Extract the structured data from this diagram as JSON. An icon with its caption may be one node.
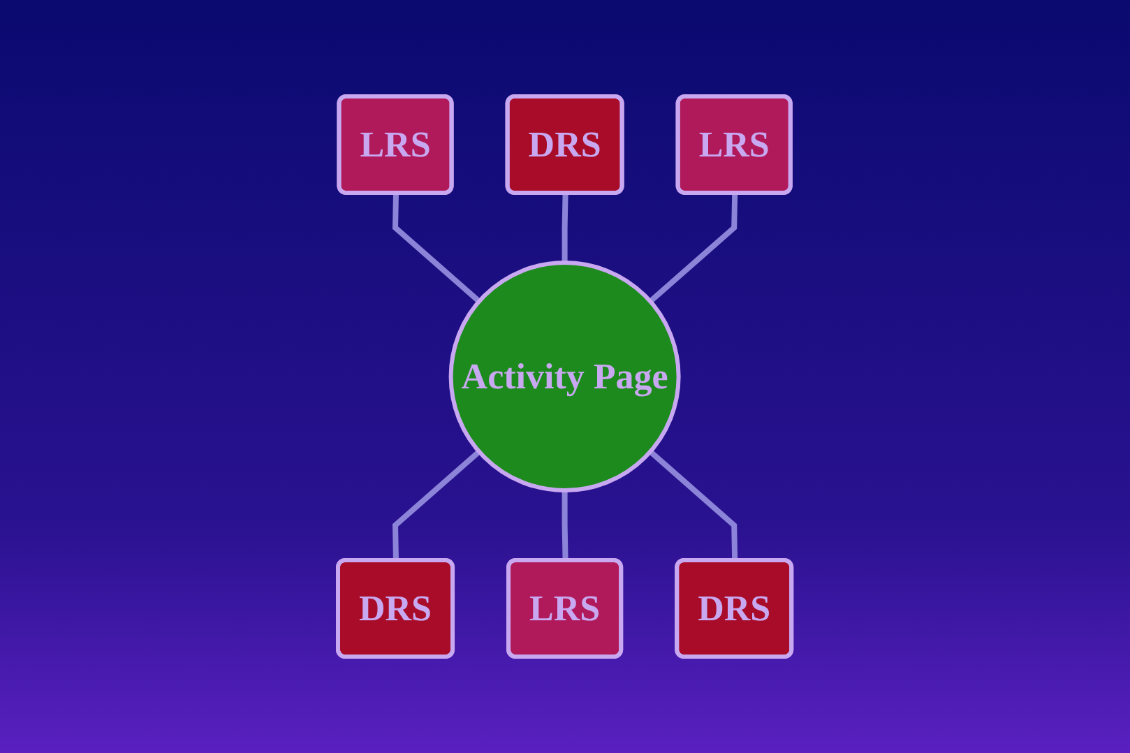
{
  "diagram": {
    "nodes": [
      {
        "text": [
          "Activity Page"
        ]
      },
      {
        "text": [
          "DRS"
        ]
      },
      {
        "text": [
          "LRS"
        ]
      },
      {
        "text": [
          "LRS"
        ]
      },
      {
        "text": [
          "DRS"
        ]
      },
      {
        "text": [
          "DRS"
        ]
      },
      {
        "text": [
          "LRS"
        ]
      }
    ],
    "edges": [
      {
        "from": 2,
        "to": 0,
        "arrow": "none"
      },
      {
        "from": 1,
        "to": 0,
        "arrow": "none"
      },
      {
        "from": 3,
        "to": 0,
        "arrow": "none"
      },
      {
        "from": 0,
        "to": 4,
        "arrow": "none"
      },
      {
        "from": 0,
        "to": 6,
        "arrow": "none"
      },
      {
        "from": 0,
        "to": 5,
        "arrow": "none"
      }
    ]
  }
}
